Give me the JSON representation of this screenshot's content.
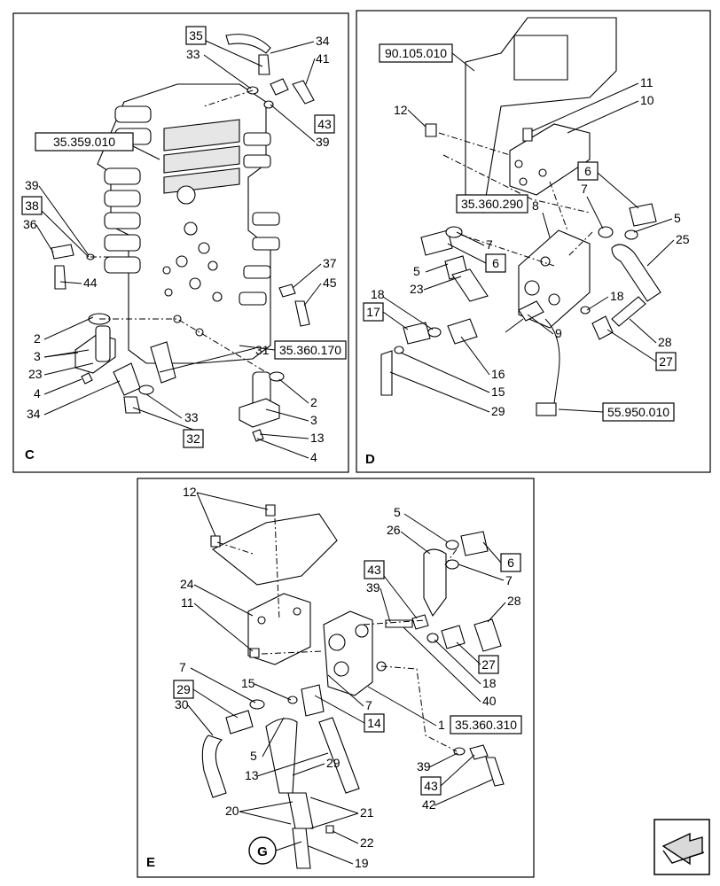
{
  "panels": {
    "C": {
      "letter": "C",
      "refs": [
        "35.359.010",
        "35.360.170"
      ],
      "boxed": [
        "35",
        "43",
        "38",
        "32"
      ],
      "labels": [
        "34",
        "33",
        "41",
        "39",
        "39",
        "36",
        "44",
        "37",
        "45",
        "2",
        "3",
        "23",
        "4",
        "34",
        "31",
        "33",
        "2",
        "3",
        "13",
        "4"
      ]
    },
    "D": {
      "letter": "D",
      "refs": [
        "90.105.010",
        "35.360.290",
        "55.950.010"
      ],
      "boxed": [
        "6",
        "6",
        "17",
        "27"
      ],
      "labels": [
        "12",
        "11",
        "10",
        "7",
        "5",
        "8",
        "7",
        "5",
        "23",
        "25",
        "18",
        "18",
        "9",
        "28",
        "16",
        "15",
        "29"
      ]
    },
    "E": {
      "letter": "E",
      "refs": [
        "35.360.310"
      ],
      "boxed": [
        "6",
        "43",
        "27",
        "29",
        "14",
        "43"
      ],
      "circled": "G",
      "labels": [
        "12",
        "5",
        "26",
        "7",
        "24",
        "11",
        "39",
        "28",
        "18",
        "40",
        "7",
        "15",
        "30",
        "7",
        "1",
        "5",
        "29",
        "13",
        "39",
        "42",
        "20",
        "21",
        "22",
        "19"
      ]
    }
  }
}
